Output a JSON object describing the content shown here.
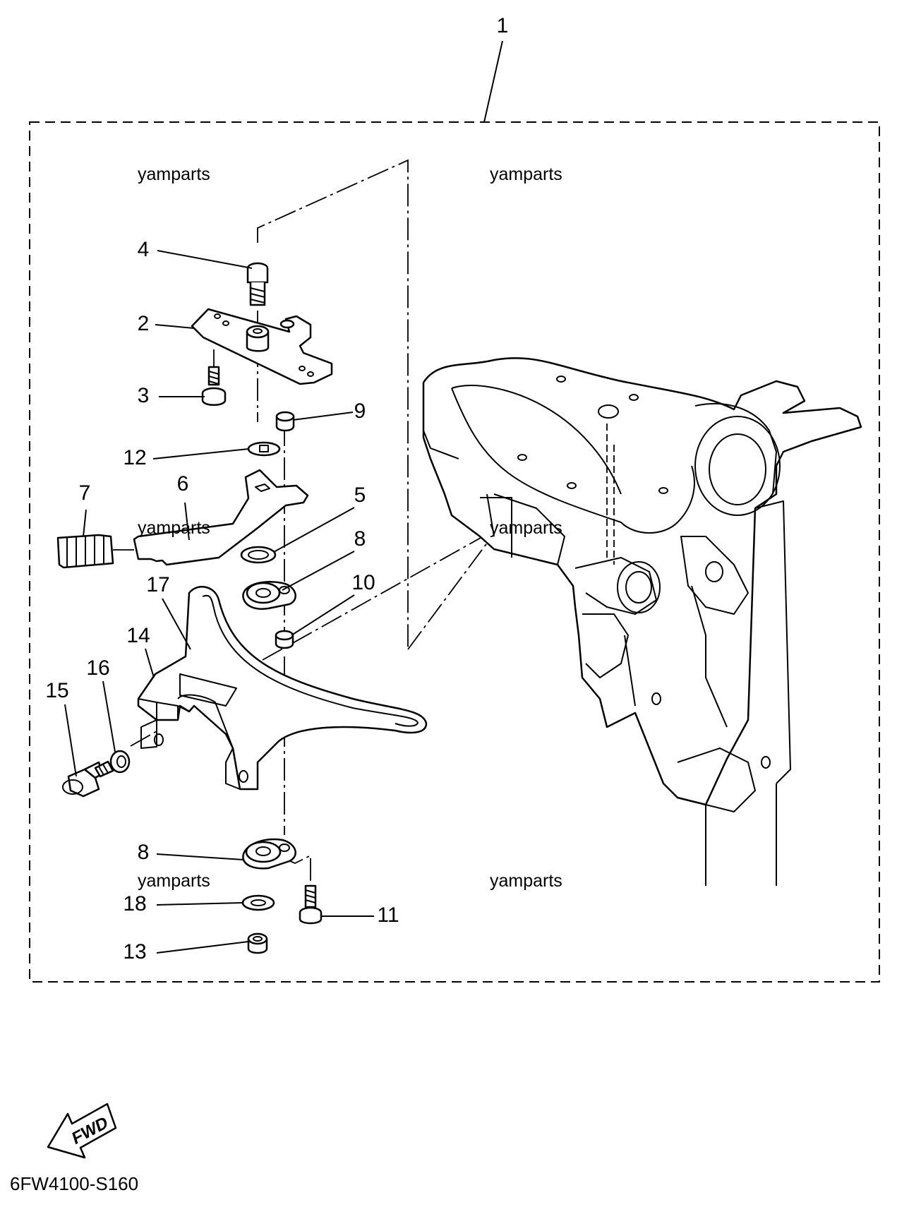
{
  "diagram": {
    "callouts": [
      {
        "id": "c1",
        "label": "1"
      },
      {
        "id": "c2",
        "label": "2"
      },
      {
        "id": "c3",
        "label": "3"
      },
      {
        "id": "c4",
        "label": "4"
      },
      {
        "id": "c5",
        "label": "5"
      },
      {
        "id": "c6",
        "label": "6"
      },
      {
        "id": "c7",
        "label": "7"
      },
      {
        "id": "c8a",
        "label": "8"
      },
      {
        "id": "c8b",
        "label": "8"
      },
      {
        "id": "c9",
        "label": "9"
      },
      {
        "id": "c10",
        "label": "10"
      },
      {
        "id": "c11",
        "label": "11"
      },
      {
        "id": "c12",
        "label": "12"
      },
      {
        "id": "c13",
        "label": "13"
      },
      {
        "id": "c14",
        "label": "14"
      },
      {
        "id": "c15",
        "label": "15"
      },
      {
        "id": "c16",
        "label": "16"
      },
      {
        "id": "c17",
        "label": "17"
      },
      {
        "id": "c18",
        "label": "18"
      }
    ],
    "watermarks": [
      "yamparts",
      "yamparts",
      "yamparts",
      "yamparts",
      "yamparts",
      "yamparts"
    ],
    "fwd_label": "FWD",
    "drawing_code": "6FW4100-S160"
  }
}
